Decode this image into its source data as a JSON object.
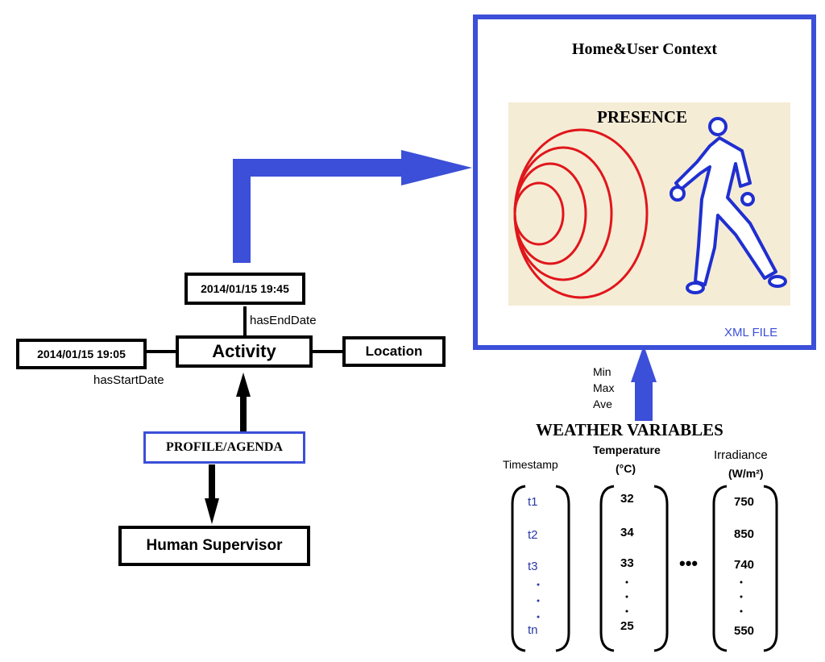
{
  "context_panel": {
    "title": "Home&User Context",
    "presence_label": "PRESENCE",
    "xml_label": "XML FILE"
  },
  "activity": {
    "label": "Activity",
    "end_date": "2014/01/15 19:45",
    "end_relation": "hasEndDate",
    "start_date": "2014/01/15 19:05",
    "start_relation": "hasStartDate",
    "location": "Location"
  },
  "profile": {
    "label": "PROFILE/AGENDA",
    "supervisor": "Human Supervisor"
  },
  "stats": [
    "Min",
    "Max",
    "Ave"
  ],
  "weather": {
    "title": "WEATHER VARIABLES",
    "timestamp_header": "Timestamp",
    "temperature_header": "Temperature",
    "temperature_unit": "(°C)",
    "irradiance_header": "Irradiance",
    "irradiance_unit": "(W/m²)",
    "timestamps": [
      "t1",
      "t2",
      "t3",
      "tn"
    ],
    "temperatures": [
      "32",
      "34",
      "33",
      "25"
    ],
    "irradiances": [
      "750",
      "850",
      "740",
      "550"
    ],
    "ellipsis": "•••"
  },
  "colors": {
    "arrow_blue": "#3b4fd8",
    "frame_blue": "#3b4fd8",
    "presence_bg": "#f5ecd6",
    "circle_red": "#e0161b",
    "person_blue": "#1f2fd0"
  }
}
